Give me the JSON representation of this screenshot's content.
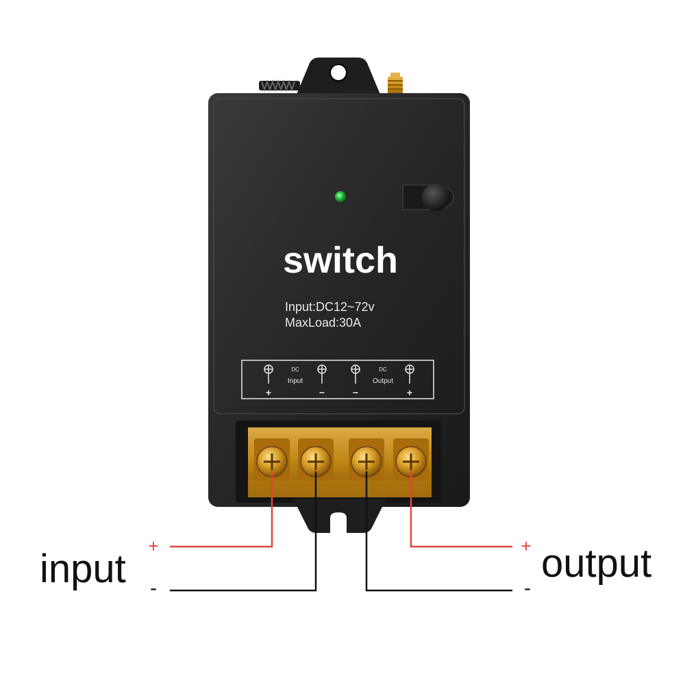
{
  "device": {
    "brand_label": "switch",
    "spec_input": "Input:DC12~72v",
    "spec_load": "MaxLoad:30A",
    "led_color": "#22c33a",
    "terminal_panel": {
      "input_dc": "DC",
      "input_label": "Input",
      "output_dc": "DC",
      "output_label": "Output",
      "terminals": [
        {
          "polarity": "+"
        },
        {
          "polarity": "−"
        },
        {
          "polarity": "−"
        },
        {
          "polarity": "+"
        }
      ]
    }
  },
  "wiring": {
    "input_label": "input",
    "output_label": "output",
    "plus_sign": "+",
    "minus_sign": "-",
    "positive_wire_color": "#e0453a",
    "negative_wire_color": "#111111"
  },
  "colors": {
    "body": "#2a2a2a",
    "brass": "#c98a14"
  }
}
